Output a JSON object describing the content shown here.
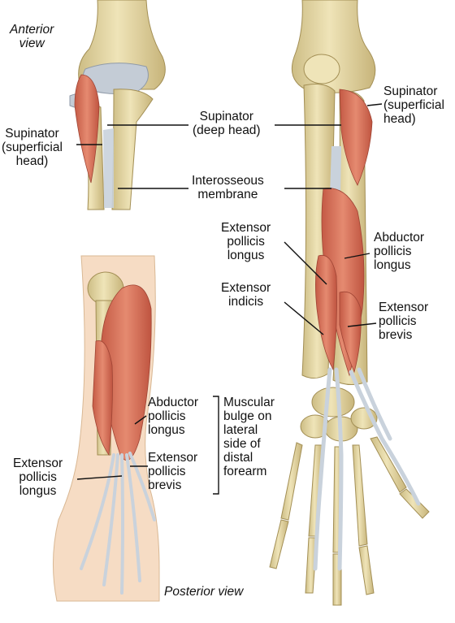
{
  "views": {
    "anterior": [
      "Anterior",
      "view"
    ],
    "posterior": "Posterior view"
  },
  "labels": {
    "supinator_superficial_left": [
      "Supinator",
      "(superficial",
      "head)"
    ],
    "supinator_deep": [
      "Supinator",
      "(deep head)"
    ],
    "supinator_superficial_right": [
      "Supinator",
      "(superficial",
      "head)"
    ],
    "interosseous": [
      "Interosseous",
      "membrane"
    ],
    "epl_right": [
      "Extensor",
      "pollicis",
      "longus"
    ],
    "apl_right": [
      "Abductor",
      "pollicis",
      "longus"
    ],
    "extensor_indicis": [
      "Extensor",
      "indicis"
    ],
    "epb_right": [
      "Extensor",
      "pollicis",
      "brevis"
    ],
    "apl_left": [
      "Abductor",
      "pollicis",
      "longus"
    ],
    "epb_left": [
      "Extensor",
      "pollicis",
      "brevis"
    ],
    "epl_left": [
      "Extensor",
      "pollicis",
      "longus"
    ],
    "muscular_bulge": [
      "Muscular",
      "bulge on",
      "lateral",
      "side of",
      "distal",
      "forearm"
    ]
  },
  "colors": {
    "bone": "#e6d9a8",
    "bone_shade": "#c9b77e",
    "muscle": "#d8705a",
    "muscle_dark": "#b8503e",
    "tendon": "#c9d2dc",
    "cartilage": "#c4ccd6",
    "skin": "#f6dcc4",
    "line": "#111111"
  }
}
